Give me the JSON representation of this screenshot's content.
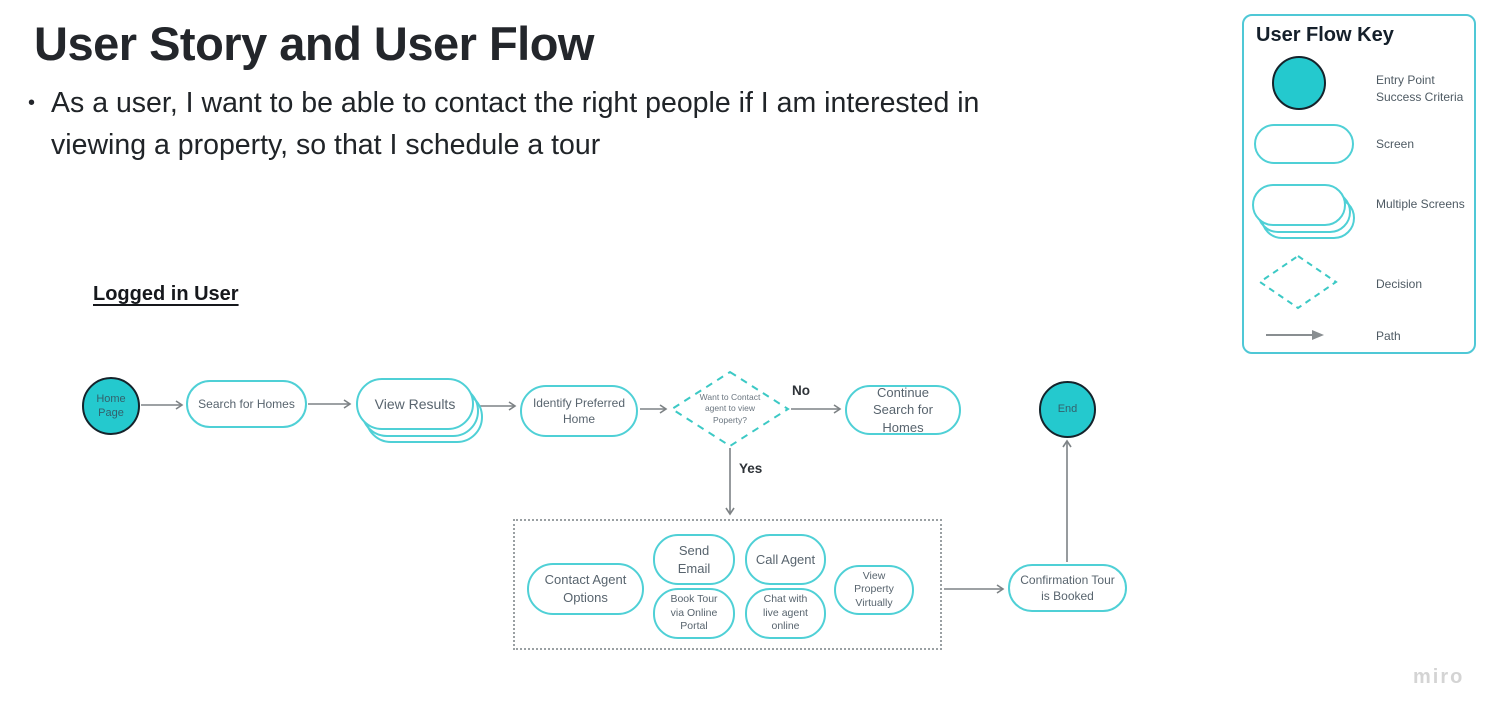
{
  "page": {
    "title": "User Story and User Flow",
    "bullet": "•",
    "user_story": "As a user, I want to be able to contact the right people if I am interested in\nviewing a property, so that I schedule a tour",
    "section_label": "Logged in User",
    "watermark": "miro"
  },
  "flow": {
    "nodes": [
      {
        "id": "home",
        "label": "Home Page",
        "type": "entry-point"
      },
      {
        "id": "search",
        "label": "Search for Homes",
        "type": "screen"
      },
      {
        "id": "view-results",
        "label": "View Results",
        "type": "multiple-screens"
      },
      {
        "id": "identify",
        "label": "Identify Preferred Home",
        "type": "screen"
      },
      {
        "id": "decision",
        "label": "Want to Contact agent to view Poperty?",
        "type": "decision"
      },
      {
        "id": "continue-search",
        "label": "Continue Search for Homes",
        "type": "screen"
      },
      {
        "id": "contact-options",
        "label": "Contact Agent Options",
        "type": "screen"
      },
      {
        "id": "send-email",
        "label": "Send Email",
        "type": "screen"
      },
      {
        "id": "call-agent",
        "label": "Call Agent",
        "type": "screen"
      },
      {
        "id": "book-tour",
        "label": "Book Tour via Online Portal",
        "type": "screen"
      },
      {
        "id": "chat-live",
        "label": "Chat with live agent online",
        "type": "screen"
      },
      {
        "id": "view-virtually",
        "label": "View Property Virtually",
        "type": "screen"
      },
      {
        "id": "confirmation",
        "label": "Confirmation Tour is Booked",
        "type": "screen"
      },
      {
        "id": "end",
        "label": "End",
        "type": "entry-point"
      }
    ],
    "branch_labels": {
      "no": "No",
      "yes": "Yes"
    }
  },
  "key": {
    "title": "User Flow Key",
    "entries": [
      {
        "symbol": "entry-point",
        "label": "Entry Point\nSuccess Criteria"
      },
      {
        "symbol": "screen",
        "label": "Screen"
      },
      {
        "symbol": "multiple-screens",
        "label": "Multiple Screens"
      },
      {
        "symbol": "decision",
        "label": "Decision"
      },
      {
        "symbol": "path",
        "label": "Path"
      }
    ]
  },
  "colors": {
    "teal_fill": "#24c9ce",
    "teal_stroke": "#4fd0d6",
    "decision_stroke": "#3cc9c5",
    "dark_border": "#15232b",
    "arrow": "#7d8285",
    "node_text": "#58646e",
    "title_text": "#23262b"
  }
}
